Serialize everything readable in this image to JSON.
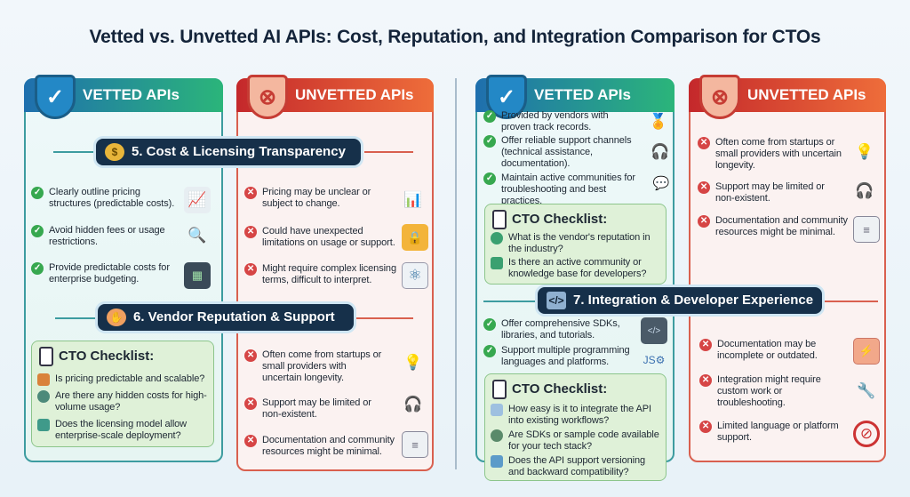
{
  "title": "Vetted vs. Unvetted AI APIs: Cost, Reputation, and Integration Comparison for CTOs",
  "labels": {
    "vetted": "VETTED APIs",
    "unvetted": "UNVETTED APIs",
    "checklist": "CTO Checklist:"
  },
  "colors": {
    "vetted": "#2bb57a",
    "unvetted": "#d64545",
    "banner": "#16304a"
  },
  "sections": {
    "cost": {
      "title": "5. Cost & Licensing Transparency",
      "vetted": [
        "Clearly outline pricing structures (predictable costs).",
        "Avoid hidden fees or usage restrictions.",
        "Provide predictable costs for enterprise budgeting."
      ],
      "unvetted": [
        "Pricing may be unclear or subject to change.",
        "Could have unexpected limitations on usage or support.",
        "Might require complex licensing terms, difficult to interpret."
      ],
      "checklist": [
        "Is pricing predictable and scalable?",
        "Are there any hidden costs for high-volume usage?",
        "Does the licensing model allow enterprise-scale deployment?"
      ]
    },
    "vendor": {
      "title": "6. Vendor Reputation & Support",
      "vetted": [
        "Provided by vendors with proven track records.",
        "Offer reliable support channels (technical assistance, documentation).",
        "Maintain active communities for troubleshooting and best practices."
      ],
      "unvetted": [
        "Often come from startups or small providers with uncertain longevity.",
        "Support may be limited or non-existent.",
        "Documentation and community resources might be minimal."
      ],
      "checklist": [
        "What is the vendor's reputation in the industry?",
        "Is there an active community or knowledge base for developers?"
      ]
    },
    "integration": {
      "title": "7. Integration & Developer Experience",
      "vetted": [
        "Offer comprehensive SDKs, libraries, and tutorials.",
        "Support multiple programming languages and platforms."
      ],
      "unvetted": [
        "Documentation may be incomplete or outdated.",
        "Integration might require custom work or troubleshooting.",
        "Limited language or platform support."
      ],
      "checklist": [
        "How easy is it to integrate the API into existing workflows?",
        "Are SDKs or sample code available for your tech stack?",
        "Does the API support versioning and backward compatibility?"
      ]
    }
  }
}
